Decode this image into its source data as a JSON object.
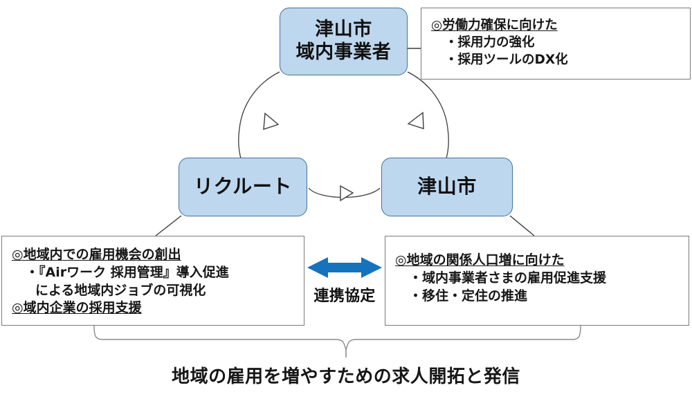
{
  "diagram": {
    "title_caption": "地域の雇用を増やすための求人開拓と発信",
    "colors": {
      "node_fill": "#BDD7EE",
      "node_border": "#41719C",
      "box_border": "#7A7A7A",
      "arrow_blue": "#1573BC",
      "text": "#161616"
    },
    "nodes": [
      {
        "id": "company",
        "label_line1": "津山市",
        "label_line2": "域内事業者"
      },
      {
        "id": "recruit",
        "label_line1": "リクルート"
      },
      {
        "id": "city",
        "label_line1": "津山市"
      }
    ],
    "details": {
      "company": {
        "heading": "◎労働力確保に向けた",
        "items": [
          "・採用力の強化",
          "・採用ツールのDX化"
        ]
      },
      "recruit": {
        "heading1": "◎地域内での雇用機会の創出",
        "item1": "・『Airワーク 採用管理』導入促進",
        "item1_cont": "による地域内ジョブの可視化",
        "heading2": "◎域内企業の採用支援"
      },
      "city": {
        "heading": "◎地域の関係人口増に向けた",
        "items": [
          "・域内事業者さまの雇用促進支援",
          "・移住・定住の推進"
        ]
      }
    },
    "pact": {
      "label": "連携協定"
    },
    "cycle": {
      "arrowheads": 3
    }
  }
}
